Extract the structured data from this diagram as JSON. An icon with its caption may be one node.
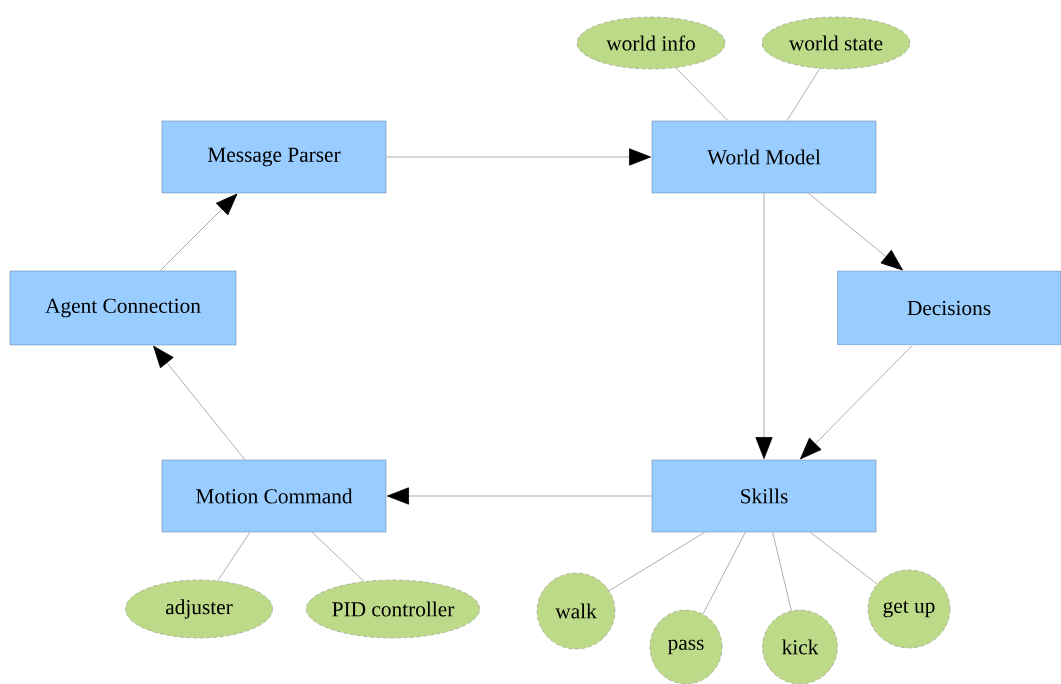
{
  "diagram": {
    "nodes": [
      {
        "text": [
          "world info"
        ]
      },
      {
        "text": [
          "world state"
        ]
      },
      {
        "text": [
          "Message Parser"
        ]
      },
      {
        "text": [
          "World Model"
        ]
      },
      {
        "text": [
          "Agent Connection"
        ]
      },
      {
        "text": [
          "Decisions"
        ]
      },
      {
        "text": [
          "Motion Command"
        ]
      },
      {
        "text": [
          "Skills"
        ]
      },
      {
        "text": [
          "adjuster"
        ]
      },
      {
        "text": [
          "PID controller"
        ]
      },
      {
        "text": [
          "walk"
        ]
      },
      {
        "text": [
          "pass"
        ]
      },
      {
        "text": [
          "kick"
        ]
      },
      {
        "text": [
          "get up"
        ]
      }
    ],
    "edges": [
      {
        "from": 0,
        "to": 3,
        "arrow": "none"
      },
      {
        "from": 1,
        "to": 3,
        "arrow": "none"
      },
      {
        "from": 2,
        "to": 3,
        "arrow": "to"
      },
      {
        "from": 3,
        "to": 5,
        "arrow": "to"
      },
      {
        "from": 3,
        "to": 7,
        "arrow": "to"
      },
      {
        "from": 5,
        "to": 7,
        "arrow": "to"
      },
      {
        "from": 7,
        "to": 6,
        "arrow": "to"
      },
      {
        "from": 6,
        "to": 4,
        "arrow": "to"
      },
      {
        "from": 4,
        "to": 2,
        "arrow": "to"
      },
      {
        "from": 6,
        "to": 8,
        "arrow": "none"
      },
      {
        "from": 6,
        "to": 9,
        "arrow": "none"
      },
      {
        "from": 7,
        "to": 10,
        "arrow": "none"
      },
      {
        "from": 7,
        "to": 11,
        "arrow": "none"
      },
      {
        "from": 7,
        "to": 12,
        "arrow": "none"
      },
      {
        "from": 7,
        "to": 13,
        "arrow": "none"
      }
    ]
  }
}
